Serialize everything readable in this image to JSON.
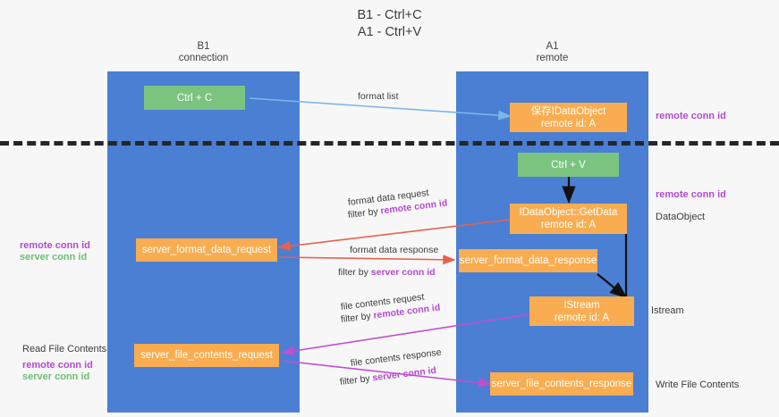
{
  "title": {
    "line1": "B1 - Ctrl+C",
    "line2": "A1 - Ctrl+V"
  },
  "lanes": [
    {
      "name": "B1",
      "sub": "connection"
    },
    {
      "name": "A1",
      "sub": "remote"
    }
  ],
  "nodes": {
    "ctrl_c": {
      "line1": "Ctrl + C",
      "line2": ""
    },
    "save_dataobject": {
      "line1": "保存IDataObject",
      "line2": "remote id: A"
    },
    "ctrl_v": {
      "line1": "Ctrl + V",
      "line2": ""
    },
    "getdata": {
      "line1": "IDataObject::GetData",
      "line2": "remote id: A"
    },
    "server_format_data_request": {
      "line1": "server_format_data_request",
      "line2": ""
    },
    "server_format_data_response": {
      "line1": "server_format_data_response",
      "line2": ""
    },
    "istream": {
      "line1": "IStream",
      "line2": "remote id: A"
    },
    "server_file_contents_request": {
      "line1": "server_file_contents_request",
      "line2": ""
    },
    "server_file_contents_response": {
      "line1": "server_file_contents_response",
      "line2": ""
    }
  },
  "edge_labels": {
    "format_list": "format list",
    "format_data_request": "format data request",
    "format_data_request_filter_prefix": "filter by ",
    "format_data_request_filter_key": "remote conn id",
    "format_data_response": "format data response",
    "format_data_response_filter_prefix": "filter by ",
    "format_data_response_filter_key": "server conn id",
    "file_contents_request": "file contents request",
    "file_contents_request_filter_prefix": "filter by ",
    "file_contents_request_filter_key": "remote conn id",
    "file_contents_response": "file contents response",
    "file_contents_response_filter_prefix": "filter by ",
    "file_contents_response_filter_key": "server conn id"
  },
  "annotations": {
    "right_remote_conn_id_top": "remote conn id",
    "right_remote_conn_id_mid": "remote conn id",
    "right_dataobject": "DataObject",
    "right_istream": "Istream",
    "right_write_file_contents": "Write File Contents",
    "left_remote_conn_id_mid": "remote conn id",
    "left_server_conn_id_mid": "server conn id",
    "left_read_file_contents": "Read File Contents",
    "left_remote_conn_id_bot": "remote conn id",
    "left_server_conn_id_bot": "server conn id"
  },
  "colors": {
    "lane": "#4a7fd4",
    "node_green": "#7ac47f",
    "node_orange": "#f9ad50",
    "accent_purple": "#b44ad0",
    "accent_green": "#6cbf73",
    "arrow_red": "#e8614d",
    "arrow_blue": "#7fb4e8",
    "arrow_magenta": "#c04fd0",
    "arrow_black": "#111111",
    "separator": "#262626",
    "background": "#f7f7f7"
  }
}
